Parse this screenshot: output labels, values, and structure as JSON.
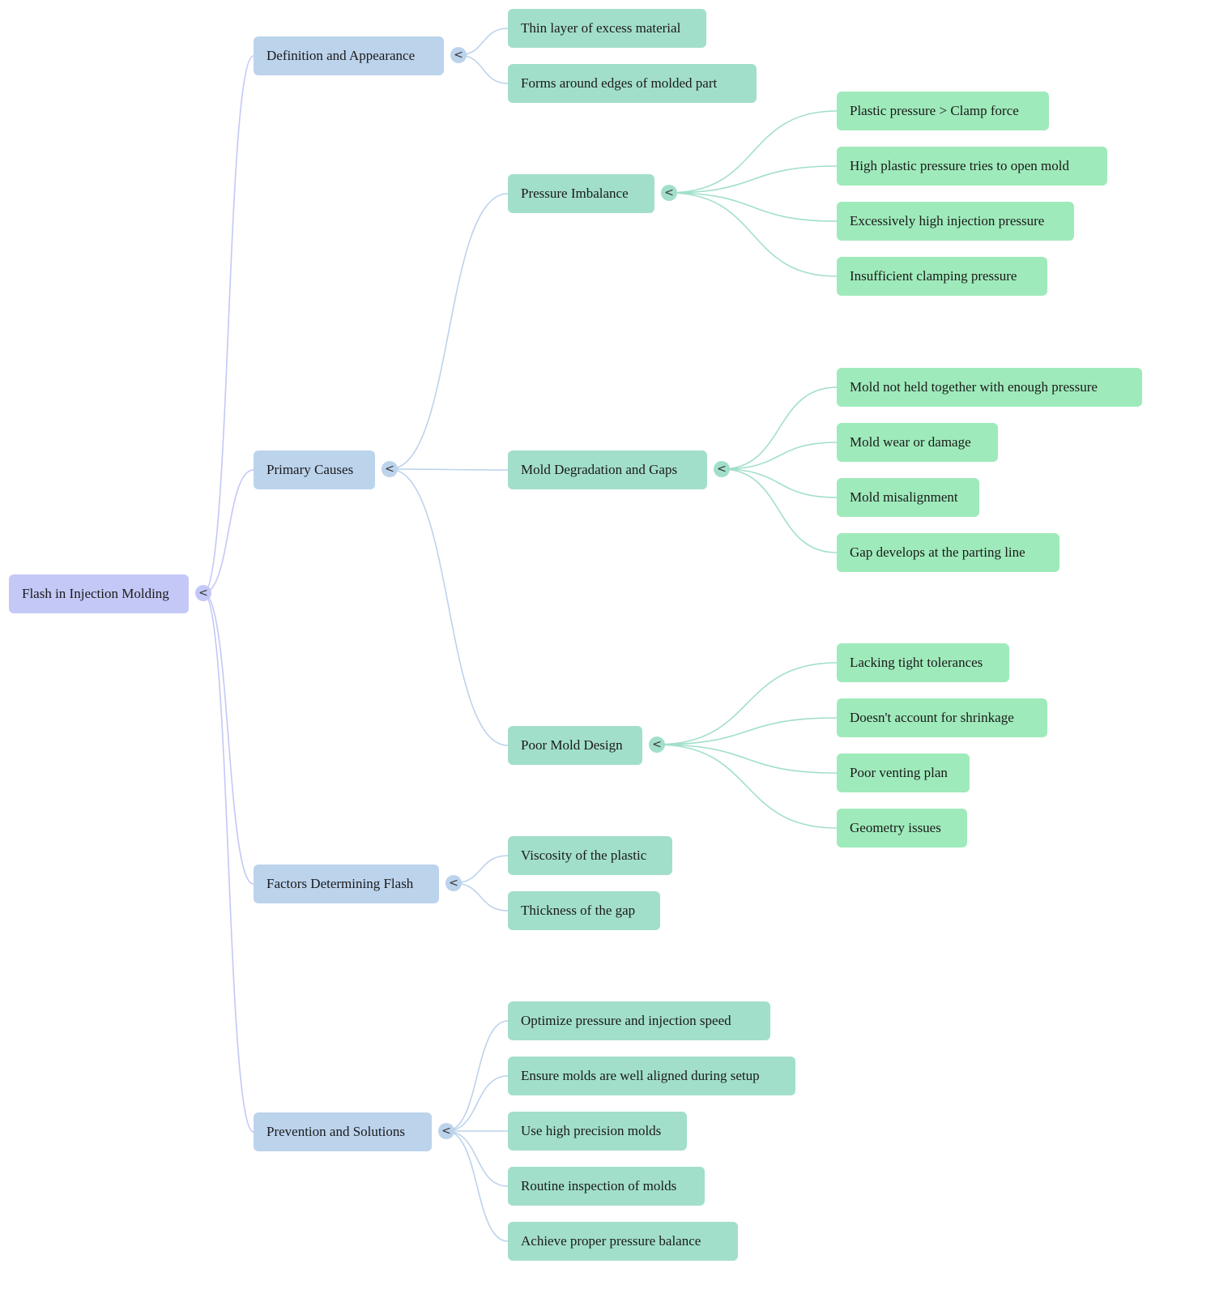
{
  "mindmap": {
    "title": "Flash in Injection Molding",
    "colors": {
      "level0": "#c4c8f6",
      "level1": "#bcd3ec",
      "level2": "#a2dfca",
      "level3": "#9feabb",
      "edge0": "#c4c8f6",
      "edge1": "#bcd3ec",
      "edge2": "#a2dfca"
    },
    "toggle_icon": "<",
    "root": {
      "label": "Flash in Injection Molding",
      "children": [
        {
          "label": "Definition and Appearance",
          "children": [
            {
              "label": "Thin layer of excess material"
            },
            {
              "label": "Forms around edges of molded part"
            }
          ]
        },
        {
          "label": "Primary Causes",
          "children": [
            {
              "label": "Pressure Imbalance",
              "children": [
                {
                  "label": "Plastic pressure > Clamp force"
                },
                {
                  "label": "High plastic pressure tries to open mold"
                },
                {
                  "label": "Excessively high injection pressure"
                },
                {
                  "label": "Insufficient clamping pressure"
                }
              ]
            },
            {
              "label": "Mold Degradation and Gaps",
              "children": [
                {
                  "label": "Mold not held together with enough pressure"
                },
                {
                  "label": "Mold wear or damage"
                },
                {
                  "label": "Mold misalignment"
                },
                {
                  "label": "Gap develops at the parting line"
                }
              ]
            },
            {
              "label": "Poor Mold Design",
              "children": [
                {
                  "label": "Lacking tight tolerances"
                },
                {
                  "label": "Doesn't account for shrinkage"
                },
                {
                  "label": "Poor venting plan"
                },
                {
                  "label": "Geometry issues"
                }
              ]
            }
          ]
        },
        {
          "label": "Factors Determining Flash",
          "children": [
            {
              "label": "Viscosity of the plastic"
            },
            {
              "label": "Thickness of the gap"
            }
          ]
        },
        {
          "label": "Prevention and Solutions",
          "children": [
            {
              "label": "Optimize pressure and injection speed"
            },
            {
              "label": "Ensure molds are well aligned during setup"
            },
            {
              "label": "Use high precision molds"
            },
            {
              "label": "Routine inspection of molds"
            },
            {
              "label": "Achieve proper pressure balance"
            }
          ]
        }
      ]
    }
  }
}
